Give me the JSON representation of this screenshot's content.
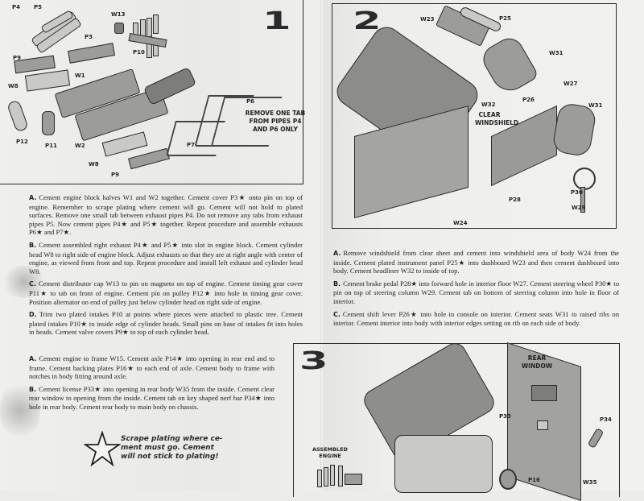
{
  "step1": {
    "number": "1",
    "labels": {
      "p4": "P4",
      "p5": "P5",
      "p3": "P3",
      "w13": "W13",
      "p10": "P10",
      "p9_top": "P9",
      "w8_top": "W8",
      "w1": "W1",
      "p12": "P12",
      "p11": "P11",
      "w2": "W2",
      "w8_bottom": "W8",
      "p9_bottom": "P9",
      "p6": "P6",
      "p7": "P7"
    },
    "note": "REMOVE ONE TAB FROM PIPES P4 AND P6 ONLY",
    "instructions": [
      {
        "letter": "A.",
        "text": "Cement engine block halves W1 and W2 together. Cement cover P3★ onto pin on top of engine. Remember to scrape plating where cement will go. Cement will not hold to plated surfaces. Remove one small tab between exhaust pipes P4. Do not remove any tabs from exhaust pipes P5. Now cement pipes P4★ and P5★ together. Repeat procedure and assemble exhausts P6★ and P7★."
      },
      {
        "letter": "B.",
        "text": "Cement assembled right exhaust P4★ and P5★ into slot in engine block. Cement cylinder head W8 to right side of engine block. Adjust exhausts so that they are at right angle with center of engine, as viewed from front and top. Repeat procedure and install left exhaust and cylinder head W8."
      },
      {
        "letter": "C.",
        "text": "Cement distributor cap W13 to pin on magneto on top of engine. Cement timing gear cover P11★ to tab on front of engine. Cement pin on pulley P12★ into hole in timing gear cover. Position alternator on end of pulley just below cylinder head on right side of engine."
      },
      {
        "letter": "D.",
        "text": "Trim two plated intakes P10 at points where pieces were attached to plastic tree. Cement plated intakes P10★ to inside edge of cylinder heads. Small pins on base of intakes fit into holes in heads. Cement valve covers P9★ to top of each cylinder head."
      }
    ]
  },
  "step2": {
    "number": "2",
    "labels": {
      "w23": "W23",
      "p25": "P25",
      "w31_top": "W31",
      "w27": "W27",
      "w32": "W32",
      "p26": "P26",
      "w31_right": "W31",
      "clear_windshield": "CLEAR WINDSHIELD",
      "p28": "P28",
      "p30": "P30",
      "w29": "W29",
      "w24": "W24"
    },
    "instructions": [
      {
        "letter": "A.",
        "text": "Remove windshield from clear sheet and cement into windshield area of body W24 from the inside. Cement plated instrument panel P25★ into dashboard W23 and then cement dashboard into body. Cement headliner W32 to inside of top."
      },
      {
        "letter": "B.",
        "text": "Cement brake pedal P28★ into forward hole in interior floor W27. Cement steering wheel P30★ to pin on top of steering column W29. Cement tab on bottom of steering column into hole in floor of interior."
      },
      {
        "letter": "C.",
        "text": "Cement shift lever P26★ into hole in console on interior. Cement seats W31 to raised ribs on interior. Cement interior into body with interior edges setting on rib on each side of body."
      }
    ]
  },
  "step3": {
    "number": "3",
    "labels": {
      "rear_window": "REAR WINDOW",
      "p33": "P33",
      "p34": "P34",
      "assembled_engine": "ASSEMBLED ENGINE",
      "p16": "P16",
      "w35": "W35"
    },
    "instructions": [
      {
        "letter": "A.",
        "text": "Cement engine to frame W15. Cement axle P14★ into opening in rear end and to frame. Cement backing plates P16★ to each end of axle. Cement body to frame with notches in body fitting around axle."
      },
      {
        "letter": "B.",
        "text": "Cement license P33★ into opening in rear body W35 from the inside. Cement clear rear window to opening from the inside. Cement tab on key shaped nerf bar P34★ into hole in rear body. Cement rear body to main body on chassis."
      }
    ]
  },
  "tip": {
    "icon": "star-icon",
    "line1": "Scrape plating where ce-",
    "line2": "ment must go. Cement",
    "line3": "will not stick to plating!"
  }
}
